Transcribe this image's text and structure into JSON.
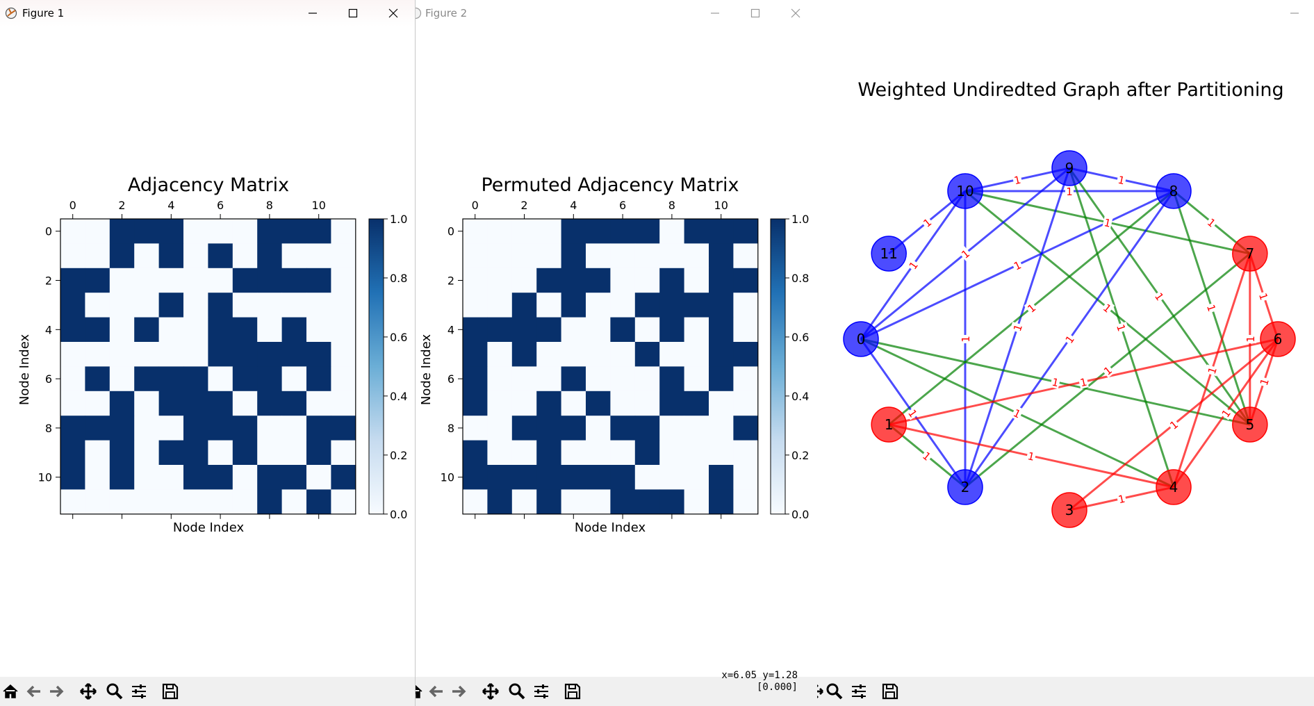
{
  "windows": {
    "figure1": {
      "title": "Figure 1"
    },
    "figure2": {
      "title": "Figure 2"
    },
    "figure3": {
      "title": ""
    }
  },
  "toolbar": {
    "icons": [
      "home-icon",
      "back-arrow-icon",
      "forward-arrow-icon",
      "pan-icon",
      "zoom-icon",
      "configure-subplots-icon",
      "save-icon"
    ]
  },
  "status": {
    "coordinates_line1": "x=6.05 y=1.28",
    "coordinates_line2": "[0.000]"
  },
  "chart_data": [
    {
      "type": "heatmap",
      "title": "Adjacency Matrix",
      "xlabel": "Node Index",
      "ylabel": "Node Index",
      "x_ticks": [
        "0",
        "2",
        "4",
        "6",
        "8",
        "10"
      ],
      "y_ticks": [
        "0",
        "2",
        "4",
        "6",
        "8",
        "10"
      ],
      "colorbar_ticks": [
        "0.0",
        "0.2",
        "0.4",
        "0.6",
        "0.8",
        "1.0"
      ],
      "colormap": "Blues",
      "range": [
        0,
        1
      ],
      "matrix": [
        [
          0,
          0,
          1,
          1,
          1,
          0,
          0,
          0,
          1,
          1,
          1,
          0
        ],
        [
          0,
          0,
          1,
          0,
          1,
          0,
          1,
          0,
          1,
          0,
          0,
          0
        ],
        [
          1,
          1,
          0,
          0,
          0,
          0,
          0,
          1,
          1,
          1,
          1,
          0
        ],
        [
          1,
          0,
          0,
          0,
          1,
          0,
          1,
          0,
          0,
          0,
          0,
          0
        ],
        [
          1,
          1,
          0,
          1,
          0,
          0,
          1,
          1,
          0,
          1,
          0,
          0
        ],
        [
          0,
          0,
          0,
          0,
          0,
          0,
          1,
          1,
          1,
          1,
          1,
          0
        ],
        [
          0,
          1,
          0,
          1,
          1,
          1,
          0,
          1,
          1,
          0,
          1,
          0
        ],
        [
          0,
          0,
          1,
          0,
          1,
          1,
          1,
          0,
          1,
          1,
          0,
          0
        ],
        [
          1,
          1,
          1,
          0,
          0,
          1,
          1,
          1,
          0,
          0,
          1,
          1
        ],
        [
          1,
          0,
          1,
          0,
          1,
          1,
          0,
          1,
          0,
          0,
          1,
          0
        ],
        [
          1,
          0,
          1,
          0,
          0,
          1,
          1,
          0,
          1,
          1,
          0,
          1
        ],
        [
          0,
          0,
          0,
          0,
          0,
          0,
          0,
          0,
          1,
          0,
          1,
          0
        ]
      ]
    },
    {
      "type": "heatmap",
      "title": "Permuted Adjacency Matrix",
      "xlabel": "Node Index",
      "ylabel": "Node Index",
      "x_ticks": [
        "0",
        "2",
        "4",
        "6",
        "8",
        "10"
      ],
      "y_ticks": [
        "0",
        "2",
        "4",
        "6",
        "8",
        "10"
      ],
      "colorbar_ticks": [
        "0.0",
        "0.2",
        "0.4",
        "0.6",
        "0.8",
        "1.0"
      ],
      "colormap": "Blues",
      "range": [
        0,
        1
      ],
      "matrix": [
        [
          0,
          0,
          0,
          0,
          1,
          1,
          1,
          1,
          0,
          1,
          1,
          1
        ],
        [
          0,
          0,
          0,
          0,
          1,
          0,
          0,
          0,
          0,
          0,
          1,
          0
        ],
        [
          0,
          0,
          0,
          1,
          1,
          1,
          0,
          0,
          1,
          0,
          1,
          1
        ],
        [
          0,
          0,
          1,
          0,
          1,
          0,
          0,
          1,
          1,
          1,
          1,
          0
        ],
        [
          1,
          1,
          1,
          1,
          0,
          0,
          1,
          0,
          1,
          0,
          1,
          0
        ],
        [
          1,
          0,
          1,
          0,
          0,
          0,
          0,
          1,
          0,
          0,
          1,
          1
        ],
        [
          1,
          0,
          0,
          0,
          1,
          0,
          0,
          0,
          1,
          0,
          1,
          0
        ],
        [
          1,
          0,
          0,
          1,
          0,
          1,
          0,
          0,
          1,
          1,
          0,
          0
        ],
        [
          0,
          0,
          1,
          1,
          1,
          0,
          1,
          1,
          0,
          0,
          0,
          1
        ],
        [
          1,
          0,
          0,
          1,
          0,
          0,
          0,
          1,
          0,
          0,
          0,
          0
        ],
        [
          1,
          1,
          1,
          1,
          1,
          1,
          1,
          0,
          0,
          0,
          1,
          0
        ],
        [
          0,
          1,
          0,
          1,
          0,
          0,
          1,
          1,
          1,
          0,
          1,
          0
        ]
      ]
    },
    {
      "type": "graph",
      "title": "Weighted Undiredted Graph after Partitioning",
      "colors": {
        "partition_a": "#0000ff",
        "partition_b": "#ff0000",
        "cut_edge": "#008000"
      },
      "nodes": [
        {
          "id": "0",
          "group": "a"
        },
        {
          "id": "1",
          "group": "b"
        },
        {
          "id": "2",
          "group": "a"
        },
        {
          "id": "3",
          "group": "b"
        },
        {
          "id": "4",
          "group": "b"
        },
        {
          "id": "5",
          "group": "b"
        },
        {
          "id": "6",
          "group": "b"
        },
        {
          "id": "7",
          "group": "b"
        },
        {
          "id": "8",
          "group": "a"
        },
        {
          "id": "9",
          "group": "a"
        },
        {
          "id": "10",
          "group": "a"
        },
        {
          "id": "11",
          "group": "a"
        }
      ],
      "edges": [
        [
          "10",
          "9",
          "1"
        ],
        [
          "10",
          "8",
          "1"
        ],
        [
          "10",
          "11",
          "1"
        ],
        [
          "10",
          "0",
          "1"
        ],
        [
          "10",
          "2",
          "1"
        ],
        [
          "10",
          "7",
          "1"
        ],
        [
          "10",
          "5",
          "1"
        ],
        [
          "9",
          "8",
          "1"
        ],
        [
          "9",
          "0",
          "1"
        ],
        [
          "9",
          "2",
          "1"
        ],
        [
          "9",
          "5",
          "1"
        ],
        [
          "9",
          "4",
          "1"
        ],
        [
          "8",
          "0",
          "1"
        ],
        [
          "8",
          "2",
          "1"
        ],
        [
          "8",
          "7",
          "1"
        ],
        [
          "8",
          "5",
          "1"
        ],
        [
          "8",
          "1",
          "1"
        ],
        [
          "0",
          "2",
          "1"
        ],
        [
          "0",
          "5",
          "1"
        ],
        [
          "0",
          "4",
          "1"
        ],
        [
          "1",
          "2",
          "1"
        ],
        [
          "2",
          "7",
          "1"
        ],
        [
          "1",
          "6",
          "1"
        ],
        [
          "1",
          "4",
          "1"
        ],
        [
          "3",
          "4",
          "1"
        ],
        [
          "3",
          "6",
          "1"
        ],
        [
          "4",
          "6",
          "1"
        ],
        [
          "4",
          "7",
          "1"
        ],
        [
          "5",
          "7",
          "1"
        ],
        [
          "5",
          "6",
          "1"
        ],
        [
          "6",
          "7",
          "1"
        ]
      ]
    }
  ]
}
